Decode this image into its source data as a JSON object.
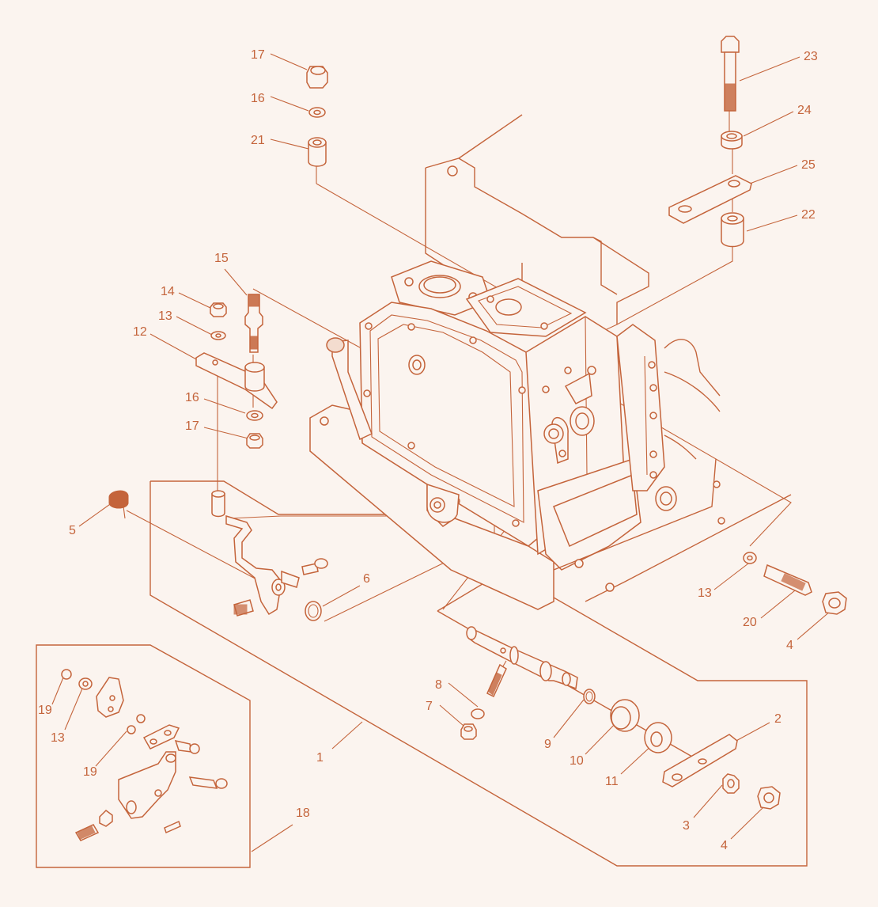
{
  "colors": {
    "line": "#c4643b",
    "background": "#fbf4ef"
  },
  "callouts": [
    {
      "id": "c17a",
      "text": "17"
    },
    {
      "id": "c16a",
      "text": "16"
    },
    {
      "id": "c21",
      "text": "21"
    },
    {
      "id": "c23",
      "text": "23"
    },
    {
      "id": "c24",
      "text": "24"
    },
    {
      "id": "c25",
      "text": "25"
    },
    {
      "id": "c22",
      "text": "22"
    },
    {
      "id": "c15",
      "text": "15"
    },
    {
      "id": "c14",
      "text": "14"
    },
    {
      "id": "c13a",
      "text": "13"
    },
    {
      "id": "c12",
      "text": "12"
    },
    {
      "id": "c16b",
      "text": "16"
    },
    {
      "id": "c17b",
      "text": "17"
    },
    {
      "id": "c5",
      "text": "5"
    },
    {
      "id": "c6",
      "text": "6"
    },
    {
      "id": "c13b",
      "text": "13"
    },
    {
      "id": "c20",
      "text": "20"
    },
    {
      "id": "c4a",
      "text": "4"
    },
    {
      "id": "c8",
      "text": "8"
    },
    {
      "id": "c7",
      "text": "7"
    },
    {
      "id": "c9",
      "text": "9"
    },
    {
      "id": "c10",
      "text": "10"
    },
    {
      "id": "c11",
      "text": "11"
    },
    {
      "id": "c2",
      "text": "2"
    },
    {
      "id": "c3",
      "text": "3"
    },
    {
      "id": "c4b",
      "text": "4"
    },
    {
      "id": "c1",
      "text": "1"
    },
    {
      "id": "c19a",
      "text": "19"
    },
    {
      "id": "c13c",
      "text": "13"
    },
    {
      "id": "c19b",
      "text": "19"
    },
    {
      "id": "c18",
      "text": "18"
    }
  ]
}
